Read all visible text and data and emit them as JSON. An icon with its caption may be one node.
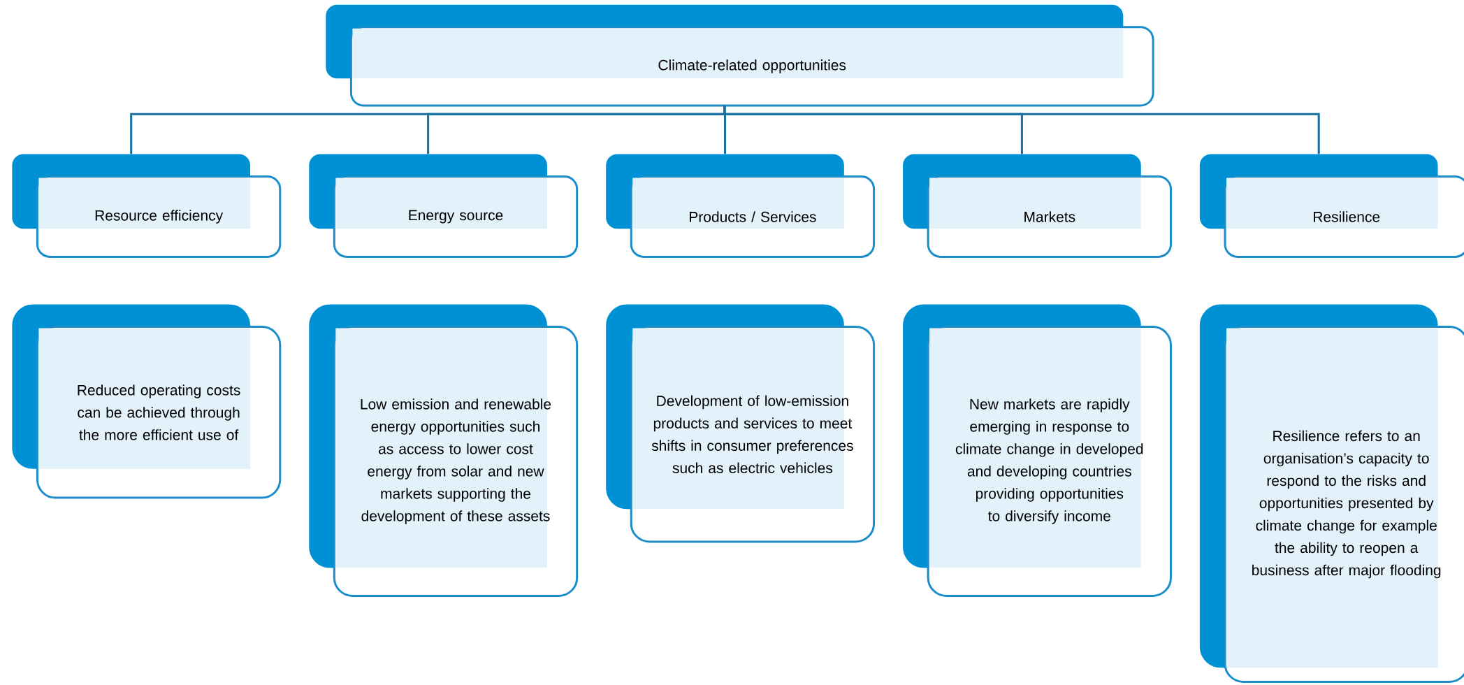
{
  "diagram": {
    "nodes": [
      {
        "text": [
          "Climate-related opportunities"
        ]
      },
      {
        "text": [
          "Resource efficiency"
        ]
      },
      {
        "text": [
          "Energy source"
        ]
      },
      {
        "text": [
          "Products / Services"
        ]
      },
      {
        "text": [
          "Markets"
        ]
      },
      {
        "text": [
          "Resilience"
        ]
      },
      {
        "text": [
          "Reduced operating costs can be achieved through the more efficient use of"
        ]
      },
      {
        "text": [
          "Low emission and renewable energy opportunities such as access to lower cost energy from solar and new markets supporting the development of these assets"
        ]
      },
      {
        "text": [
          "Development of low-emission products and services to meet shifts in consumer preferences such as electric vehicles"
        ]
      },
      {
        "text": [
          "New markets are rapidly emerging in response to climate change in developed and developing countries providing opportunities to diversify income"
        ]
      },
      {
        "text": [
          "Resilience refers to an organisation’s capacity to respond to the risks and opportunities presented by climate change for example the ability to reopen a business after major flooding"
        ]
      }
    ],
    "edges": [
      {
        "from": 0,
        "to": 1,
        "arrow": "none"
      },
      {
        "from": 0,
        "to": 2,
        "arrow": "none"
      },
      {
        "from": 0,
        "to": 3,
        "arrow": "none"
      },
      {
        "from": 0,
        "to": 4,
        "arrow": "none"
      },
      {
        "from": 0,
        "to": 5,
        "arrow": "none"
      }
    ]
  }
}
